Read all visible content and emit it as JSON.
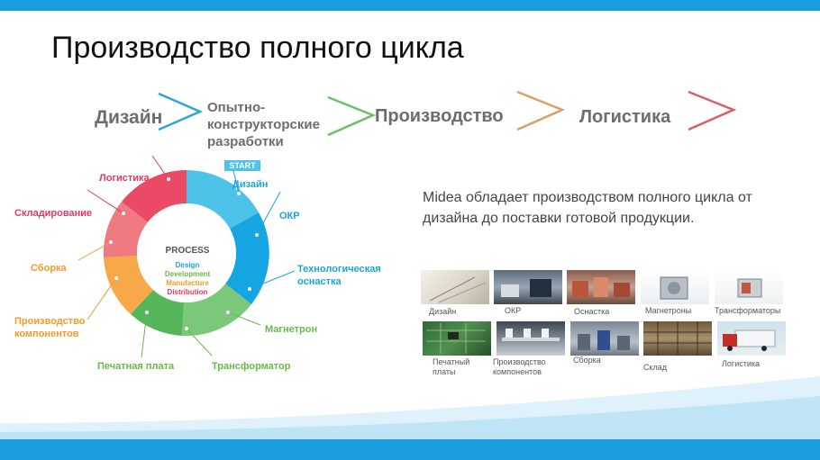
{
  "title": "Производство полного цикла",
  "flow": {
    "steps": [
      "Дизайн",
      "Опытно-\nконструкторские\nразработки",
      "Производство",
      "Логистика"
    ],
    "colors": [
      "#2aa6d8",
      "#6cbf6a",
      "#d8a066",
      "#e05a6a"
    ]
  },
  "description": "Midea обладает производством полного цикла от дизайна до поставки готовой продукции.",
  "cycle": {
    "start": "START",
    "center": {
      "heading": "PROCESS",
      "lines": [
        "Design",
        "Development",
        "Manufacture",
        "Distribution"
      ]
    },
    "labels": [
      {
        "text": "Дизайн",
        "color": "#1aa6d9"
      },
      {
        "text": "ОКР",
        "color": "#1aa6d9"
      },
      {
        "text": "Технологическая\nоснастка",
        "color": "#1aa6d9"
      },
      {
        "text": "Магнетрон",
        "color": "#6ab84a"
      },
      {
        "text": "Трансформатор",
        "color": "#6ab84a"
      },
      {
        "text": "Печатная плата",
        "color": "#6ab84a"
      },
      {
        "text": "Производство\nкомпонентов",
        "color": "#f39a2c"
      },
      {
        "text": "Сборка",
        "color": "#f39a2c"
      },
      {
        "text": "Складирование",
        "color": "#e23a62"
      },
      {
        "text": "Логистика",
        "color": "#e23a62"
      }
    ]
  },
  "gallery": {
    "row1": [
      "Дизайн",
      "ОКР",
      "Оснастка",
      "Магнетроны",
      "Трансформаторы"
    ],
    "row2": [
      "Печатный\nплаты",
      "Производство\nкомпонентов",
      "Сборка",
      "Склад",
      "Логистика"
    ]
  }
}
